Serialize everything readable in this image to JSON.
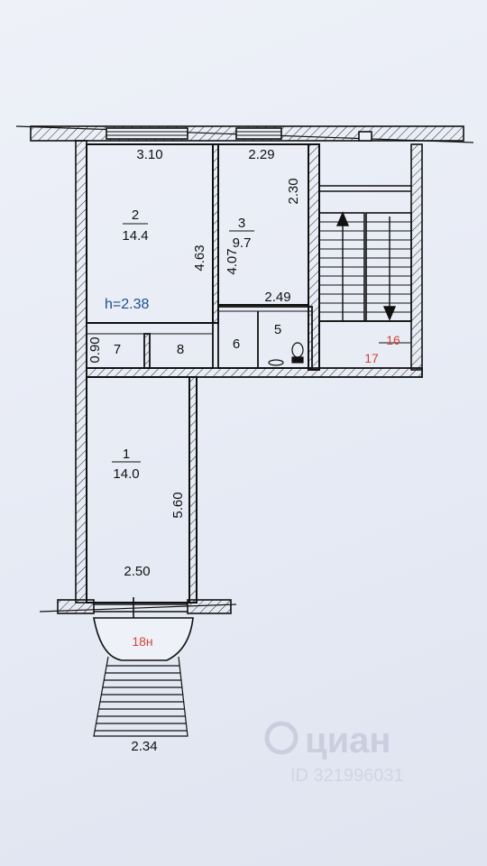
{
  "height_label": "h=2.38",
  "rooms": [
    {
      "id": "room-2",
      "number": "2",
      "area": "14.4"
    },
    {
      "id": "room-3",
      "number": "3",
      "area": "9.7"
    },
    {
      "id": "room-1",
      "number": "1",
      "area": "14.0"
    }
  ],
  "small_rooms": [
    "7",
    "8",
    "6",
    "5"
  ],
  "dimensions": {
    "d310": "3.10",
    "d229": "2.29",
    "d230": "2.30",
    "d463": "4.63",
    "d407": "4.07",
    "d249": "2.49",
    "d090": "0.90",
    "d560": "5.60",
    "d250": "2.50",
    "d234": "2.34"
  },
  "markers": {
    "m16": "16",
    "m17": "17",
    "m18": "18н"
  },
  "watermark": {
    "brand": "циан",
    "id": "ID 321996031"
  },
  "colors": {
    "line": "#111111",
    "label_blue": "#1d4f8f",
    "label_red": "#d0453b"
  }
}
